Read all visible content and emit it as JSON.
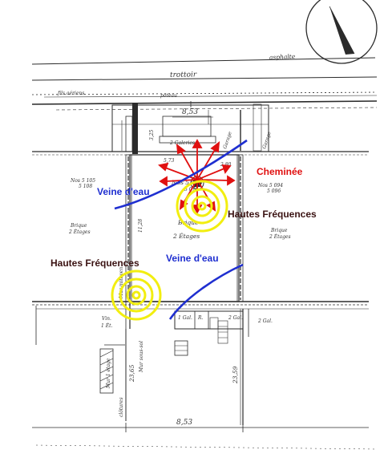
{
  "colors": {
    "ink": "#2b2b2b",
    "water": "#1f2fd0",
    "frequency": "#f2ee10",
    "chimney_arrows": "#e01010",
    "chimney_label": "#e01010",
    "frequency_label": "#3a1212"
  },
  "street": {
    "asphalte": "asphalte",
    "trottoir": "trottoir",
    "fils_aeriens": "fils aériens",
    "poteau": "poteau"
  },
  "labels": {
    "dim_top": "8,53",
    "dim_bottom": "8,53",
    "dim_front_vertical": "3,25",
    "dim_left": "5,73",
    "dim_right": "2,80",
    "dim_side": "11,28",
    "dim_left_vertical": "23,65",
    "dim_right_vertical": "23,59",
    "galeries": "2 Galeries",
    "garage_center": "Garage",
    "garage_right": "Garage",
    "parcel_center": "Nos 5 080",
    "parcel_center_sub": "5 076",
    "parcel_left": "Nos 5 105",
    "parcel_left_sub": "5 108",
    "parcel_right": "Nos 5 094",
    "parcel_right_sub": "5 096",
    "brique_center": "Brique",
    "etages_center": "2 Étages",
    "brique_left": "Brique",
    "etages_left": "2 Étages",
    "brique_right": "Brique",
    "etages_right": "2 Étages",
    "mur_mitoyen": "Mur mitoyen",
    "vin": "Vin.",
    "vin_sub": "1 Ét.",
    "gal1": "1 Gal.",
    "gal2": "2 Gal.",
    "gal3": "2 Gal.",
    "gal_r": "R.",
    "sous_sol": "Mur sous-sol",
    "mur_1_etage": "Mur 1 étage",
    "clotures": "clôtures"
  },
  "annotations": {
    "veine_1": "Veine d'eau",
    "veine_2": "Veine d'eau",
    "hf_1": "Hautes Fréquences",
    "hf_2": "Hautes Fréquences",
    "cheminee": "Cheminée"
  }
}
